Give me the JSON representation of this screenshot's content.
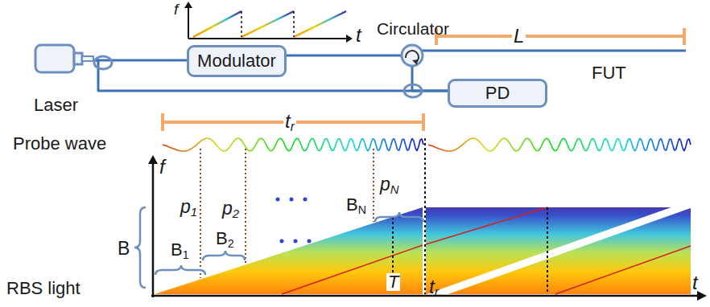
{
  "diagram": {
    "nodes": [
      {
        "text": [
          "Laser"
        ]
      },
      {
        "text": [
          "Modulator"
        ]
      },
      {
        "text": [
          "Circulator"
        ]
      },
      {
        "text": [
          "PD"
        ]
      }
    ],
    "edges": [
      {
        "from": 0,
        "to": 1,
        "arrow": "none"
      },
      {
        "from": 1,
        "to": 2,
        "arrow": "none"
      },
      {
        "from": 0,
        "to": 3,
        "arrow": "none"
      },
      {
        "from": 2,
        "to": 3,
        "arrow": "none"
      }
    ],
    "labels": [
      "f",
      "t",
      "L",
      "FUT",
      "Probe wave",
      "tr",
      "f",
      "p1",
      "p2",
      "pN",
      "B1",
      "B2",
      "BN",
      "B",
      "RBS light",
      "T",
      "tr",
      "t"
    ]
  }
}
